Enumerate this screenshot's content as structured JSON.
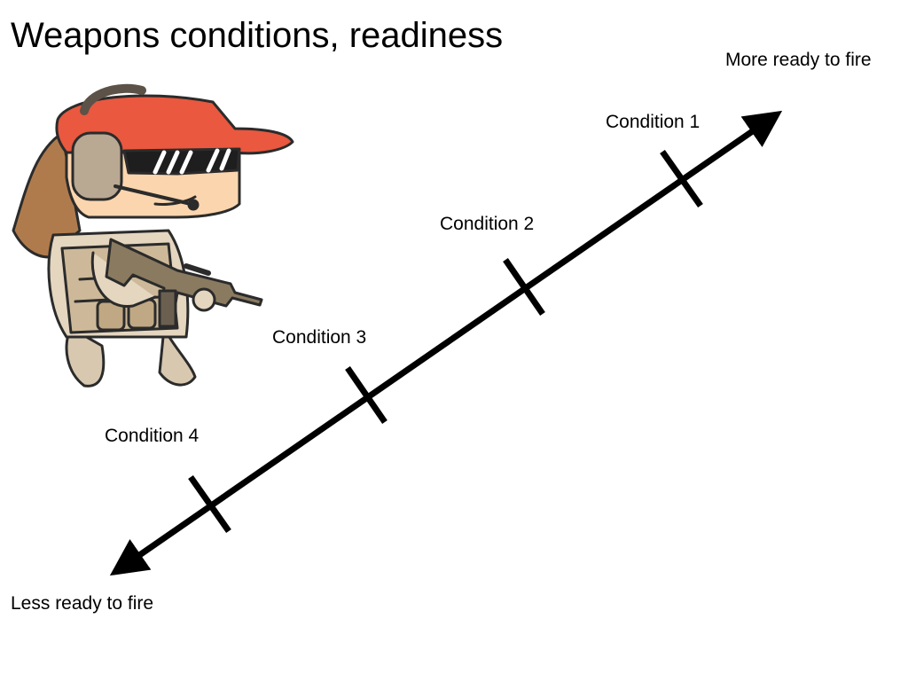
{
  "title": "Weapons conditions, readiness",
  "axis": {
    "high_end_label": "More ready to fire",
    "low_end_label": "Less ready to fire"
  },
  "conditions": [
    {
      "label": "Condition 1"
    },
    {
      "label": "Condition 2"
    },
    {
      "label": "Condition 3"
    },
    {
      "label": "Condition 4"
    }
  ],
  "illustration": {
    "icon": "soldier-with-rifle-icon",
    "colors": {
      "cap": "#e9583f",
      "skin": "#fbd5ae",
      "hair": "#b07b4c",
      "gear": "#d8c8b0",
      "outline": "#2b2b2b"
    }
  },
  "colors": {
    "arrow": "#000000",
    "text": "#000000",
    "background": "#ffffff"
  }
}
